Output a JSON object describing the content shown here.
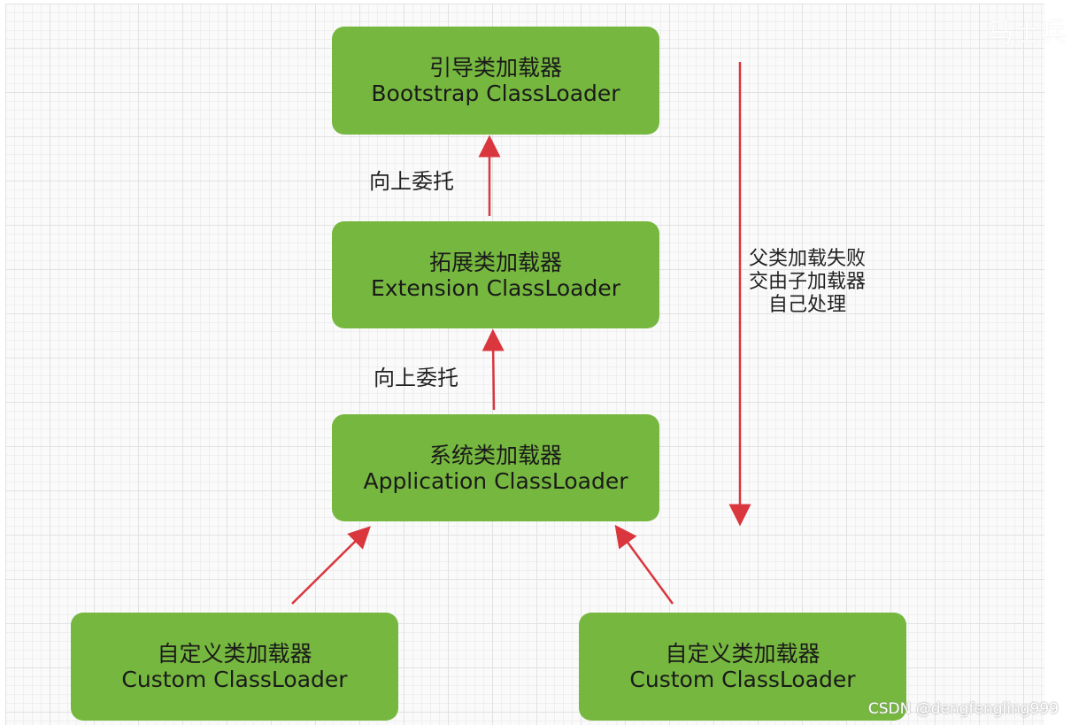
{
  "nodes": {
    "bootstrap": {
      "cn": "引导类加载器",
      "en": "Bootstrap ClassLoader"
    },
    "extension": {
      "cn": "拓展类加载器",
      "en": "Extension ClassLoader"
    },
    "application": {
      "cn": "系统类加载器",
      "en": "Application ClassLoader"
    },
    "custom1": {
      "cn": "自定义类加载器",
      "en": "Custom ClassLoader"
    },
    "custom2": {
      "cn": "自定义类加载器",
      "en": "Custom ClassLoader"
    }
  },
  "labels": {
    "delegate_up_1": "向上委托",
    "delegate_up_2": "向上委托",
    "fallback": [
      "父类加载失败",
      "交由子加载器",
      "自己处理"
    ]
  },
  "watermark": "CSDN @dengfengling999",
  "logo": "马士兵",
  "colors": {
    "box": "#76b83f",
    "arrow": "#d9363e"
  }
}
